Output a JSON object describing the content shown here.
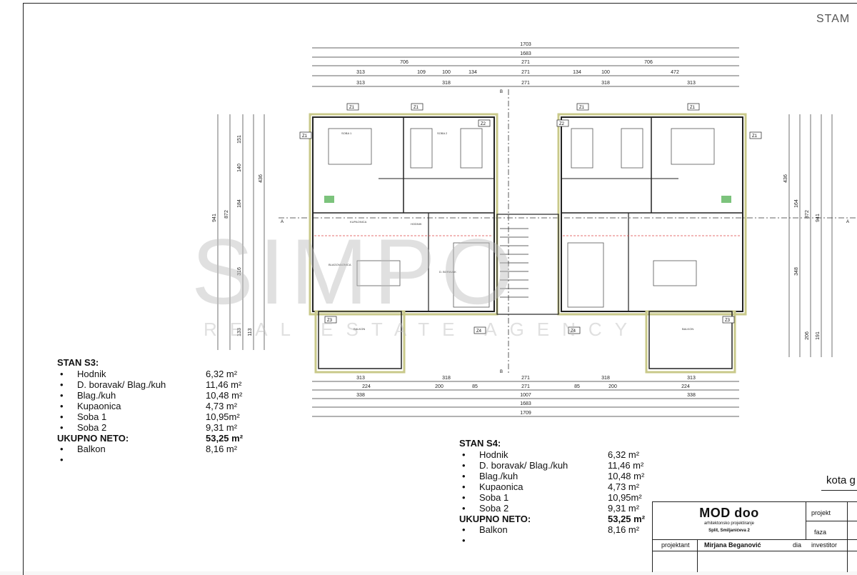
{
  "stamp": "STAM",
  "plan": {
    "dims_top": [
      "1703",
      "1683",
      "706",
      "271",
      "706",
      "313",
      "109",
      "100",
      "134",
      "271",
      "134",
      "100",
      "472",
      "313",
      "318",
      "271",
      "318",
      "313"
    ],
    "dims_bottom": [
      "313",
      "318",
      "271",
      "318",
      "313",
      "224",
      "200",
      "85",
      "271",
      "85",
      "200",
      "224",
      "338",
      "1007",
      "338",
      "1683",
      "1709"
    ],
    "dims_left": [
      "941",
      "872",
      "151",
      "140",
      "184",
      "316",
      "133",
      "113",
      "436"
    ],
    "dims_right": [
      "436",
      "164",
      "872",
      "941",
      "348",
      "206",
      "191"
    ],
    "section_letters": [
      "B",
      "B",
      "A",
      "A"
    ],
    "tags": [
      "Z1",
      "Z1",
      "Z1",
      "Z1",
      "Z1",
      "Z1",
      "Z4",
      "Z4",
      "Z3",
      "Z3",
      "Z2",
      "Z2"
    ],
    "watermark_big": "SIMPO",
    "watermark_small": "REAL ESTATE AGENCY",
    "room_labels": [
      "SOBA 1",
      "SOBA 2",
      "HODNIK",
      "KUPAONICA",
      "D. BORAVAK",
      "BLAGOVAONICA",
      "BALKON",
      "BALKON"
    ]
  },
  "stan_s3": {
    "title": "STAN S3:",
    "rows": [
      {
        "bullet": "•",
        "label": "Hodnik",
        "value": "6,32 m²"
      },
      {
        "bullet": "•",
        "label": "D. boravak/ Blag./kuh",
        "value": "11,46 m²"
      },
      {
        "bullet": "•",
        "label": "Blag./kuh",
        "value": "10,48 m²"
      },
      {
        "bullet": "•",
        "label": "Kupaonica",
        "value": "4,73 m²"
      },
      {
        "bullet": "•",
        "label": "Soba 1",
        "value": "10,95m²"
      },
      {
        "bullet": "•",
        "label": "Soba 2",
        "value": "9,31 m²"
      }
    ],
    "total_label": "UKUPNO NETO:",
    "total_value": "53,25 m²",
    "extra": [
      {
        "bullet": "•",
        "label": "Balkon",
        "value": "8,16 m²"
      },
      {
        "bullet": "•",
        "label": "",
        "value": ""
      }
    ]
  },
  "stan_s4": {
    "title": "STAN S4:",
    "rows": [
      {
        "bullet": "•",
        "label": "Hodnik",
        "value": "6,32 m²"
      },
      {
        "bullet": "•",
        "label": "D. boravak/ Blag./kuh",
        "value": "11,46 m²"
      },
      {
        "bullet": "•",
        "label": "Blag./kuh",
        "value": "10,48 m²"
      },
      {
        "bullet": "•",
        "label": "Kupaonica",
        "value": "4,73 m²"
      },
      {
        "bullet": "•",
        "label": "Soba 1",
        "value": "10,95m²"
      },
      {
        "bullet": "•",
        "label": "Soba 2",
        "value": "9,31 m²"
      }
    ],
    "total_label": "UKUPNO NETO:",
    "total_value": "53,25 m²",
    "extra": [
      {
        "bullet": "•",
        "label": "Balkon",
        "value": "8,16 m²"
      },
      {
        "bullet": "•",
        "label": "",
        "value": ""
      }
    ]
  },
  "kota": "kota g",
  "titleblock": {
    "company": "MOD doo",
    "subtitle": "arhitektonsko projektiranje",
    "address": "Split, Smiljanićeva 2",
    "projekt_label": "projekt",
    "faza_label": "faza",
    "investitor_label": "investitor",
    "projektant_label": "projektant",
    "projektant_name": "Mirjana Beganović",
    "dia_label": "dia"
  }
}
